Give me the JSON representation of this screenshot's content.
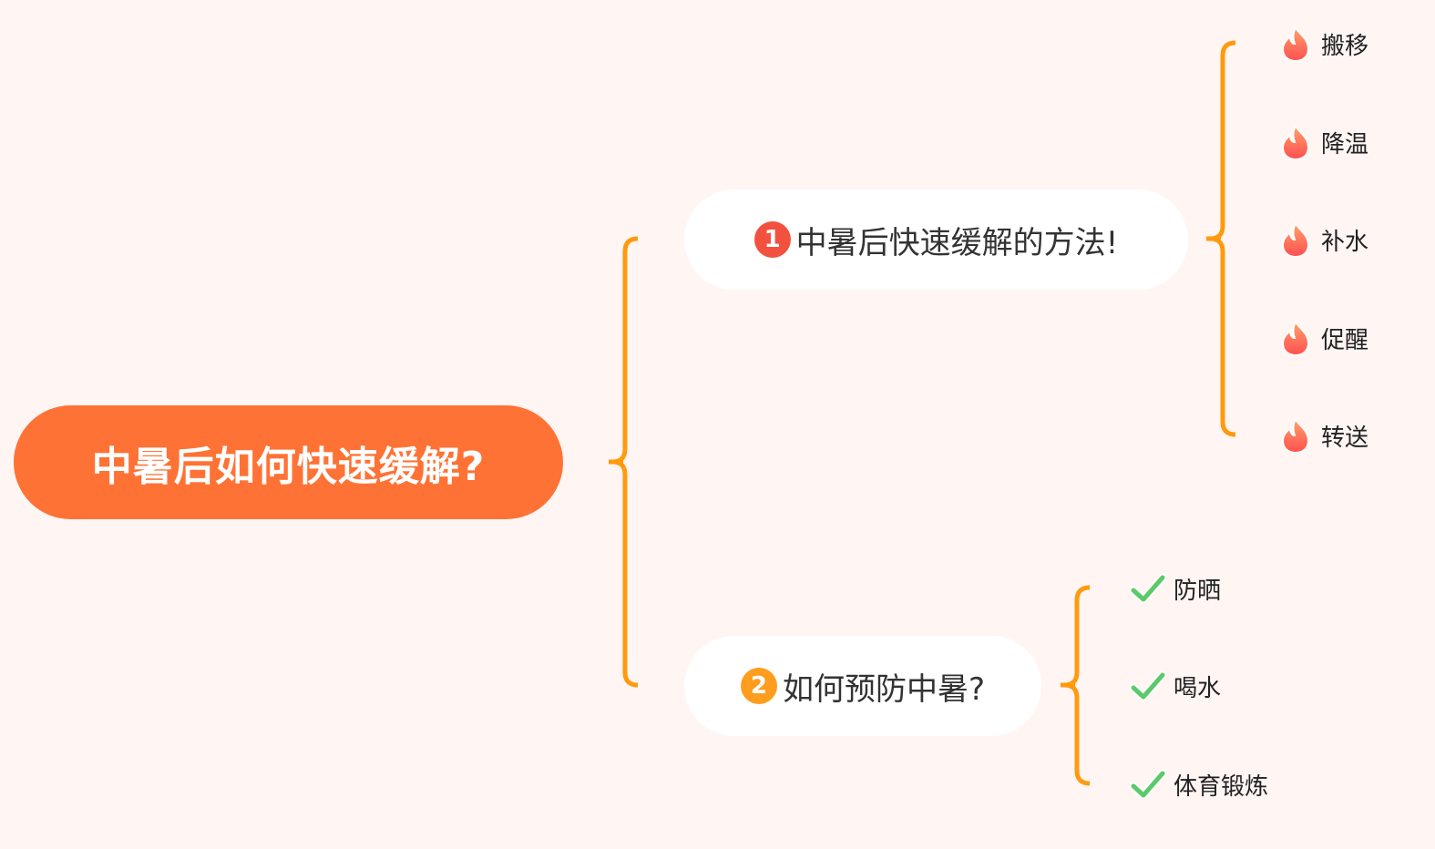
{
  "colors": {
    "background": "#fff5f2",
    "root_fill": "#ff7235",
    "branch_fill": "#ffffff",
    "connector": "#ff9a0e",
    "badge_1": "#f2513f",
    "badge_2": "#ff9d1f",
    "fire_icon": "#ff6a48",
    "check_icon": "#5cc96a"
  },
  "root": {
    "label": "中暑后如何快速缓解?"
  },
  "branches": [
    {
      "badge": "1",
      "label": "中暑后快速缓解的方法!",
      "leaf_icon": "fire-icon",
      "leaves": [
        {
          "label": "搬移"
        },
        {
          "label": "降温"
        },
        {
          "label": "补水"
        },
        {
          "label": "促醒"
        },
        {
          "label": "转送"
        }
      ]
    },
    {
      "badge": "2",
      "label": "如何预防中暑?",
      "leaf_icon": "check-icon",
      "leaves": [
        {
          "label": "防晒"
        },
        {
          "label": "喝水"
        },
        {
          "label": "体育锻炼"
        }
      ]
    }
  ]
}
